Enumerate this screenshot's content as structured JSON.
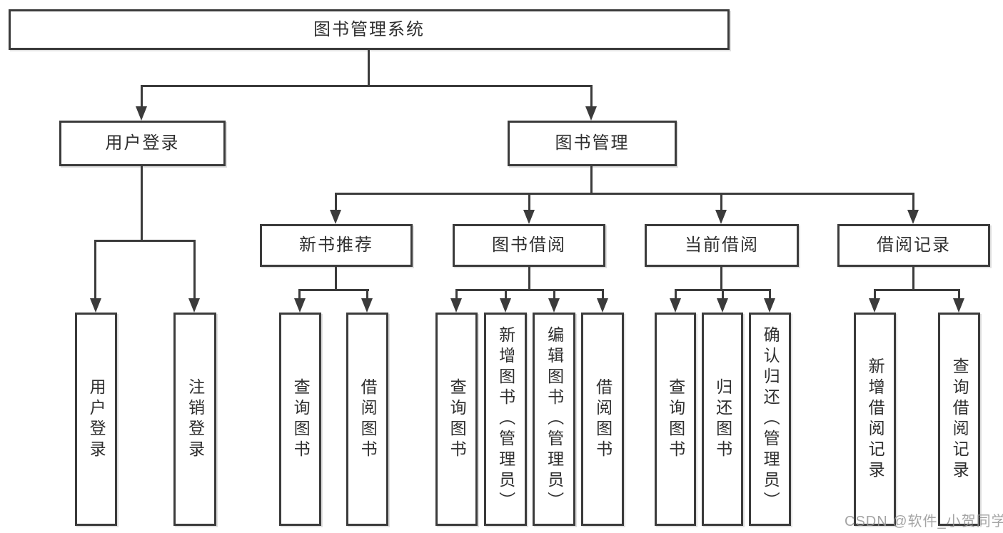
{
  "watermark": "CSDN @软件_小贺同学",
  "root": {
    "label": "图书管理系统"
  },
  "level2": {
    "user_login": {
      "label": "用户登录"
    },
    "book_mgmt": {
      "label": "图书管理"
    }
  },
  "level3": {
    "new_books": {
      "label": "新书推荐"
    },
    "book_borrow": {
      "label": "图书借阅"
    },
    "current_borrow": {
      "label": "当前借阅"
    },
    "borrow_records": {
      "label": "借阅记录"
    }
  },
  "leaves": {
    "user_login": {
      "label": "用户登录"
    },
    "logout": {
      "label": "注销登录"
    },
    "nb_query": {
      "label": "查询图书"
    },
    "nb_borrow": {
      "label": "借阅图书"
    },
    "bb_query": {
      "label": "查询图书"
    },
    "bb_add": {
      "label": "新增图书（管理员）"
    },
    "bb_edit": {
      "label": "编辑图书（管理员）"
    },
    "bb_borrow": {
      "label": "借阅图书"
    },
    "cb_query": {
      "label": "查询图书"
    },
    "cb_return": {
      "label": "归还图书"
    },
    "cb_confirm": {
      "label": "确认归还（管理员）"
    },
    "br_add": {
      "label": "新增借阅记录"
    },
    "br_query": {
      "label": "查询借阅记录"
    }
  },
  "colors": {
    "line": "#3b3b3b",
    "text": "#2f2f2f",
    "background": "#ffffff"
  }
}
